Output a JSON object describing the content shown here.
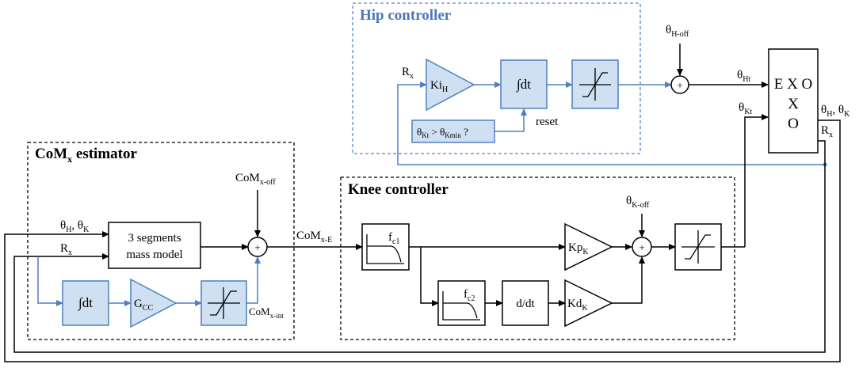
{
  "groups": {
    "com_estimator": {
      "title": "CoM",
      "title_sub": "x",
      "title_rest": " estimator"
    },
    "hip_controller": {
      "title": "Hip controller"
    },
    "knee_controller": {
      "title": "Knee controller"
    }
  },
  "blocks": {
    "exo": "E X O",
    "mass_model_line1": "3 segments",
    "mass_model_line2": "mass model",
    "ki_h": {
      "main": "Ki",
      "sub": "H"
    },
    "integrator": "∫dt",
    "hip_condition": {
      "a": "θ",
      "a_sub": "Kt",
      "op": " > θ",
      "b_sub": "Kmin",
      "end": " ?"
    },
    "g_cc": {
      "main": "G",
      "sub": "CC"
    },
    "fc1": {
      "main": "f",
      "sub": "c1"
    },
    "fc2": {
      "main": "f",
      "sub": "c2"
    },
    "ddt": "d/dt",
    "kp_k": {
      "main": "Kp",
      "sub": "K"
    },
    "kd_k": {
      "main": "Kd",
      "sub": "K"
    },
    "sum": "+"
  },
  "signals": {
    "theta_h_theta_k_in": {
      "a": "θ",
      "a_sub": "H",
      "mid": ", θ",
      "b_sub": "K"
    },
    "rx_in": {
      "main": "R",
      "sub": "x"
    },
    "com_x_off": {
      "main": "CoM",
      "sub": "x-off"
    },
    "com_x_e": {
      "main": "CoM",
      "sub": "x-E"
    },
    "com_x_int": {
      "main": "CoM",
      "sub": "x-int"
    },
    "rx_hip": {
      "main": "R",
      "sub": "x"
    },
    "reset": "reset",
    "theta_h_off": {
      "main": "θ",
      "sub": "H-off"
    },
    "theta_ht": {
      "main": "θ",
      "sub": "Ht"
    },
    "theta_kt": {
      "main": "θ",
      "sub": "Kt"
    },
    "theta_k_off": {
      "main": "θ",
      "sub": "K-off"
    },
    "theta_h_theta_k_out": {
      "a": "θ",
      "a_sub": "H",
      "mid": ", θ",
      "b_sub": "K"
    },
    "rx_out": {
      "main": "R",
      "sub": "x"
    }
  },
  "colors": {
    "accent_blue": "#4f7fc0",
    "block_fill_blue": "#cfe0f3",
    "line_black": "#000000"
  }
}
